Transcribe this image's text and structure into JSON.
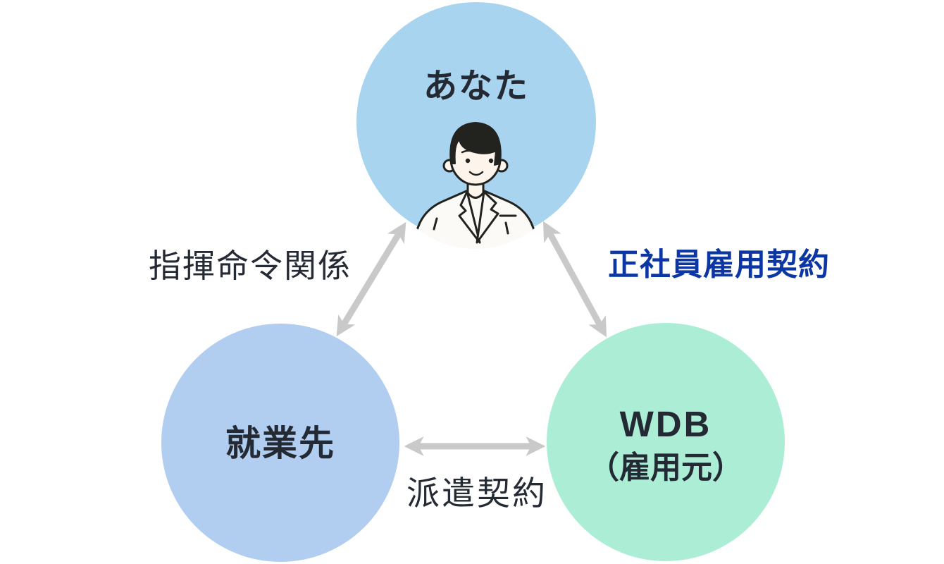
{
  "diagram": {
    "description": "temporary-staffing relationship triangle diagram",
    "nodes": {
      "you": {
        "label": "あなた"
      },
      "worksite": {
        "label": "就業先"
      },
      "wdb": {
        "label_line1": "WDB",
        "label_line2": "（雇用元）"
      }
    },
    "edges": {
      "command": {
        "label": "指揮命令関係",
        "between": "worksite-you"
      },
      "employment": {
        "label": "正社員雇用契約",
        "between": "you-wdb"
      },
      "dispatch": {
        "label": "派遣契約",
        "between": "worksite-wdb"
      }
    },
    "colors": {
      "you_circle": "#A8D4EF",
      "worksite_circle": "#B1CDF0",
      "wdb_circle": "#ACEED5",
      "arrow": "#C9C9C9",
      "text_dark": "#252B35",
      "employment_label_blue": "#0C36A4"
    },
    "illustration": "male-worker-in-lab-coat"
  }
}
